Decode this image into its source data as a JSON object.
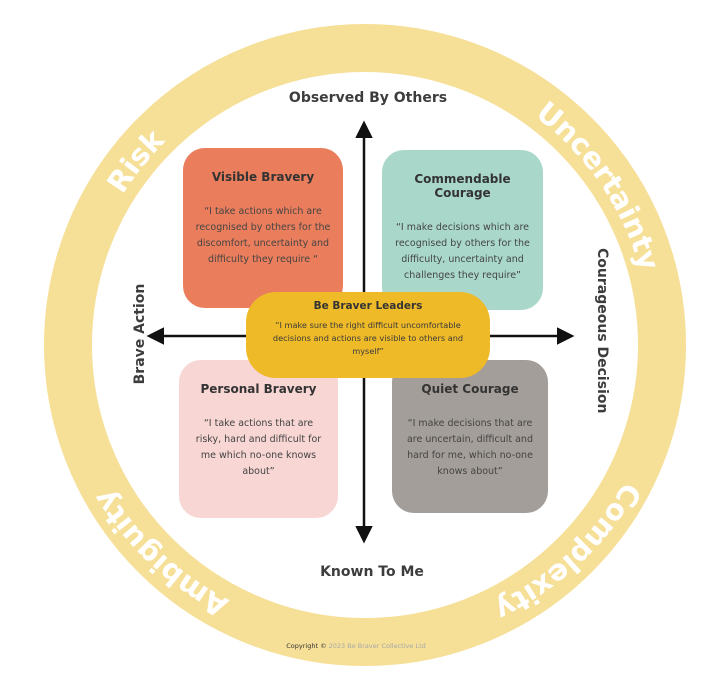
{
  "diagram": {
    "ring_words": {
      "top_left": "Risk",
      "top_right": "Uncertainty",
      "bottom_right": "Complexity",
      "bottom_left": "Ambiguity"
    },
    "axes": {
      "top": "Observed  By Others",
      "bottom": "Known To Me",
      "left": "Brave Action",
      "right": "Courageous Decision"
    },
    "quadrants": [
      {
        "key": "visible",
        "title": "Visible Bravery",
        "quote": "“I take actions which are recognised by others for the discomfort, uncertainty and difficulty they require “"
      },
      {
        "key": "commendable",
        "title": "Commendable Courage",
        "quote": "“I make decisions which are recognised by others for the difficulty, uncertainty and challenges they require”"
      },
      {
        "key": "personal",
        "title": "Personal Bravery",
        "quote": "“I take actions that are risky, hard and difficult for me which no-one knows about”"
      },
      {
        "key": "quiet",
        "title": "Quiet Courage",
        "quote": "“I make decisions that are are uncertain, difficult and hard for me, which no-one knows about”"
      }
    ],
    "center": {
      "title": "Be Braver Leaders",
      "quote": "“I make sure the right difficult uncomfortable decisions and actions are visible to others and myself”"
    },
    "copyright": {
      "prefix": "Copyright ©",
      "suffix": " 2023 Be Braver Collective Ltd"
    }
  },
  "colors": {
    "ring": "#f6df97",
    "visible": "#ea7e5c",
    "commendable": "#a9d8cb",
    "personal": "#f7d6d3",
    "quiet": "#a39e99",
    "center": "#efba28",
    "arrow": "#111111"
  }
}
